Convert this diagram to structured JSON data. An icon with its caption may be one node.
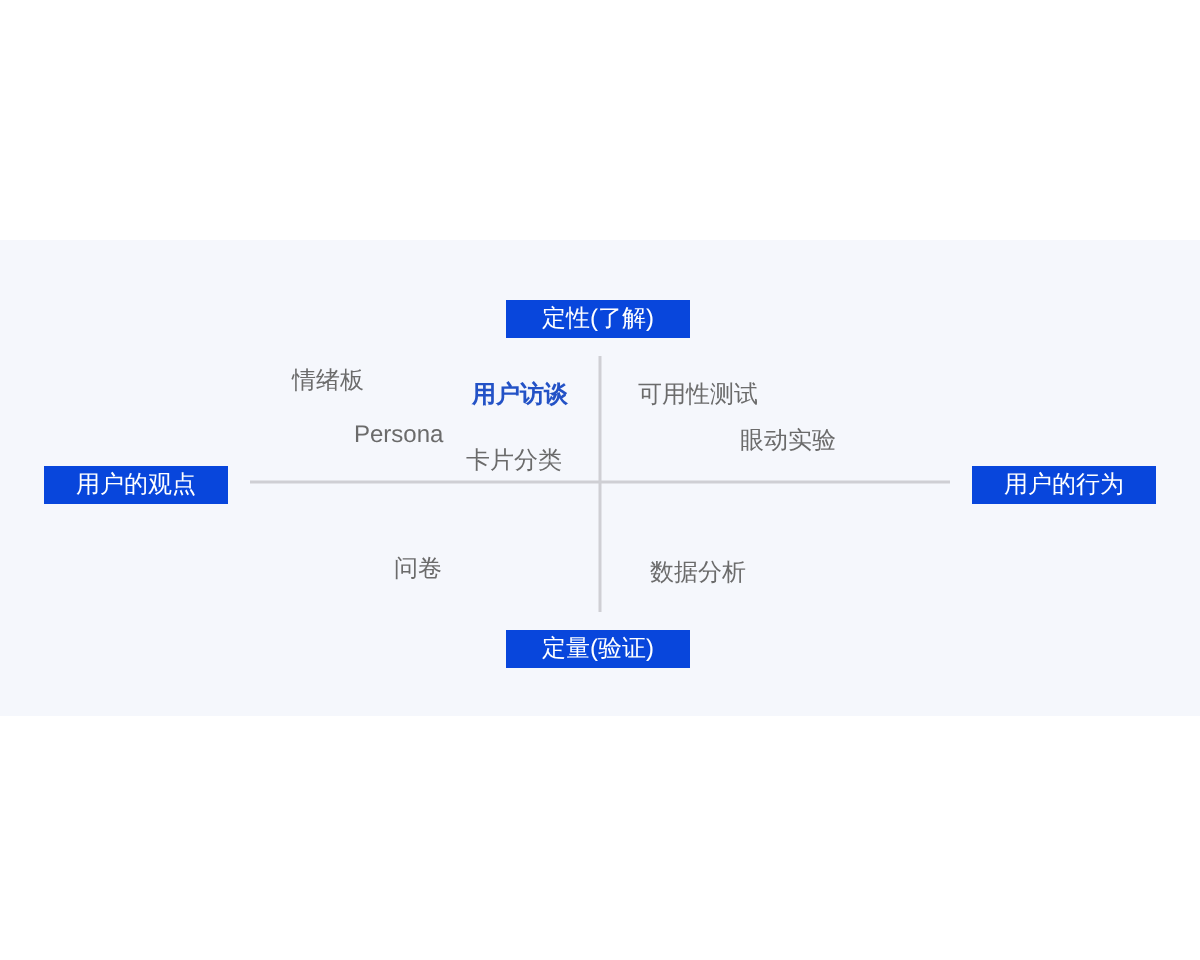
{
  "diagram": {
    "nodes": [
      {
        "text": [
          "定性(了解)"
        ]
      },
      {
        "text": [
          "用户的观点"
        ]
      },
      {
        "text": [
          "用户的行为"
        ]
      },
      {
        "text": [
          "定量(验证)"
        ]
      }
    ],
    "labels": [
      "情绪板",
      "用户访谈",
      "可用性测试",
      "Persona",
      "眼动实验",
      "卡片分类",
      "问卷",
      "数据分析"
    ]
  }
}
